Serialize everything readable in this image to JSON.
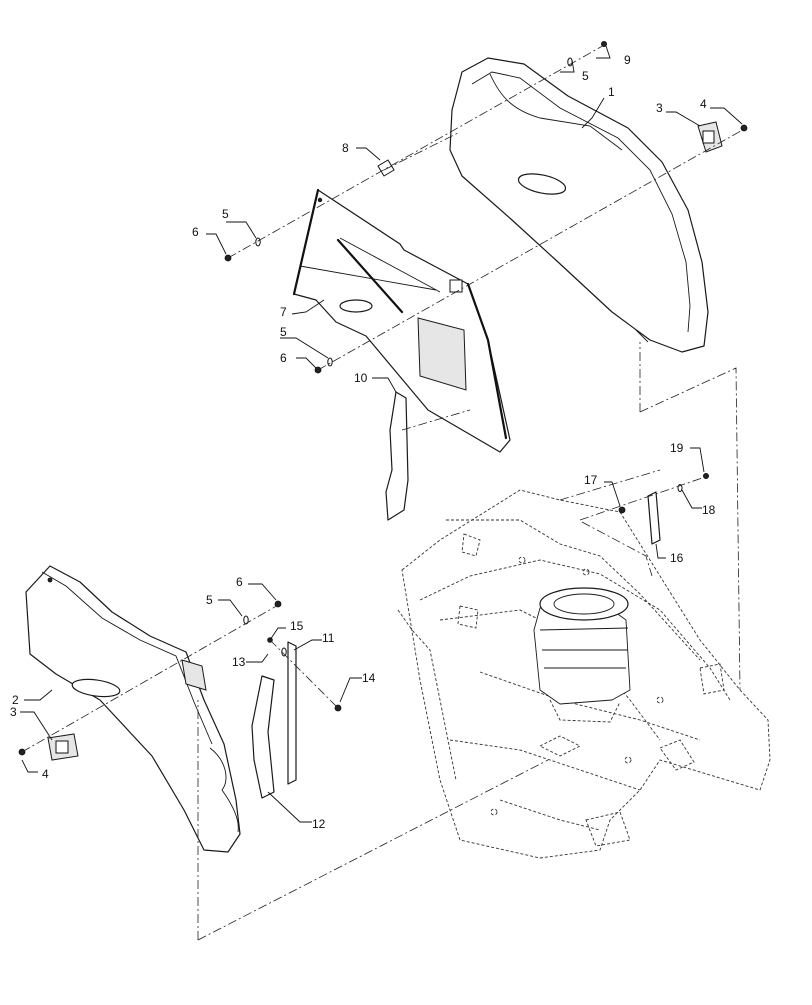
{
  "callouts": [
    "1",
    "2",
    "3",
    "3",
    "4",
    "4",
    "5",
    "5",
    "5",
    "6",
    "6",
    "6",
    "7",
    "8",
    "9",
    "10",
    "11",
    "12",
    "13",
    "14",
    "15",
    "16",
    "17",
    "18",
    "19"
  ],
  "colors": {
    "line": "#1a1a1a",
    "panel_shade": "#e6e6e6",
    "background": "#ffffff"
  }
}
